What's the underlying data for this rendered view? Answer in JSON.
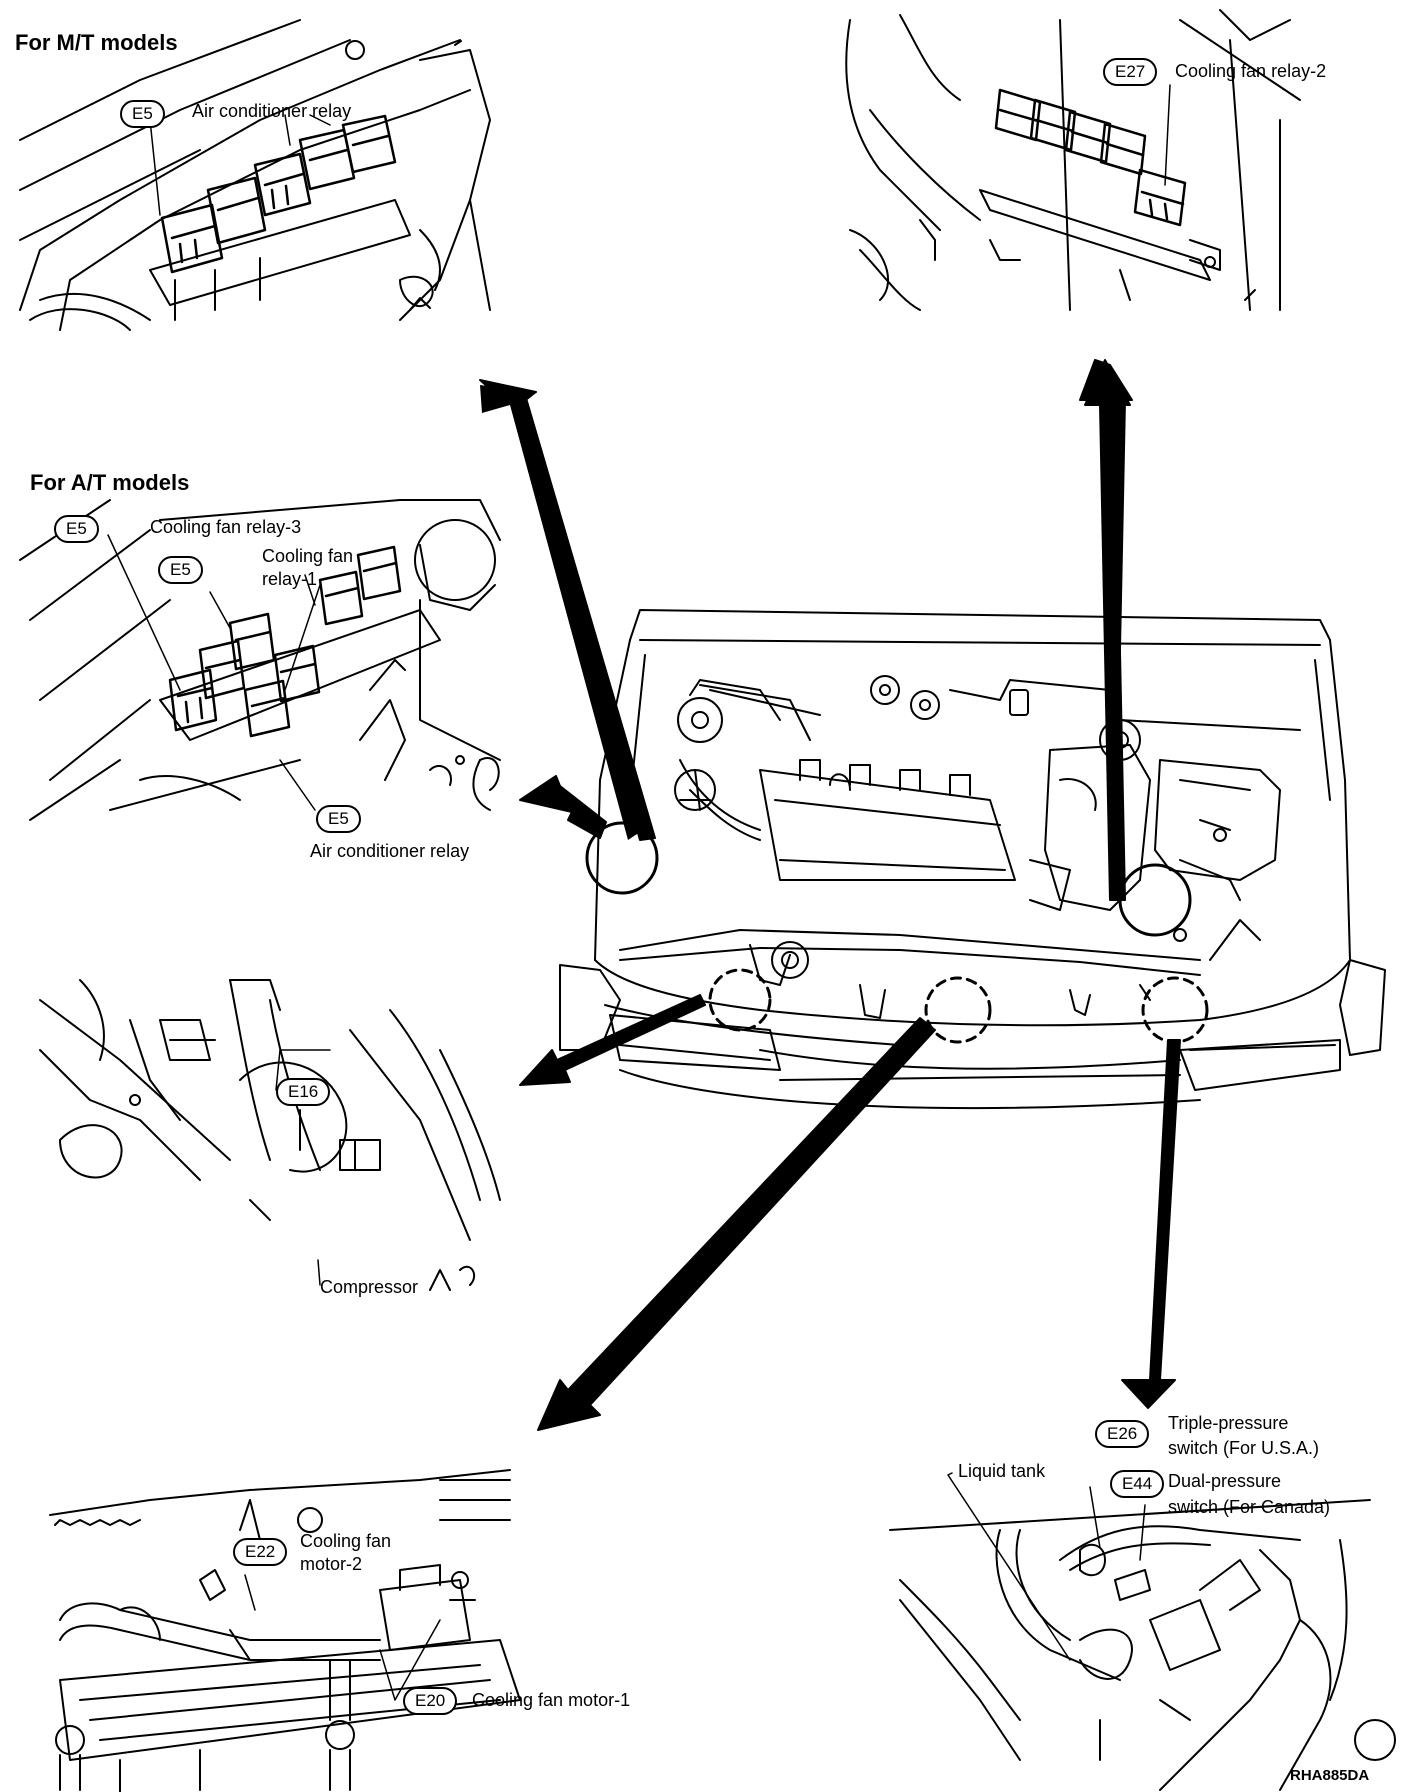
{
  "titles": {
    "mt": "For M/T models",
    "at": "For A/T models"
  },
  "connectors": {
    "mt_e5": "E5",
    "at_e5_relay3": "E5",
    "at_e5_relay1": "E5",
    "at_e5_ac": "E5",
    "e27": "E27",
    "e16": "E16",
    "e22": "E22",
    "e20": "E20",
    "e26": "E26",
    "e44": "E44"
  },
  "labels": {
    "mt_ac_relay": "Air conditioner relay",
    "at_relay3": "Cooling fan relay-3",
    "at_relay1_line1": "Cooling fan",
    "at_relay1_line2": "relay-1",
    "at_ac_relay": "Air conditioner relay",
    "relay2": "Cooling fan relay-2",
    "compressor": "Compressor",
    "fan_motor2_line1": "Cooling fan",
    "fan_motor2_line2": "motor-2",
    "fan_motor1": "Cooling fan motor-1",
    "liquid_tank": "Liquid tank",
    "triple_line1": "Triple-pressure",
    "triple_line2": "switch (For U.S.A.)",
    "dual_line1": "Dual-pressure",
    "dual_line2": "switch (For Canada)"
  },
  "figure_code": "RHA885DA"
}
